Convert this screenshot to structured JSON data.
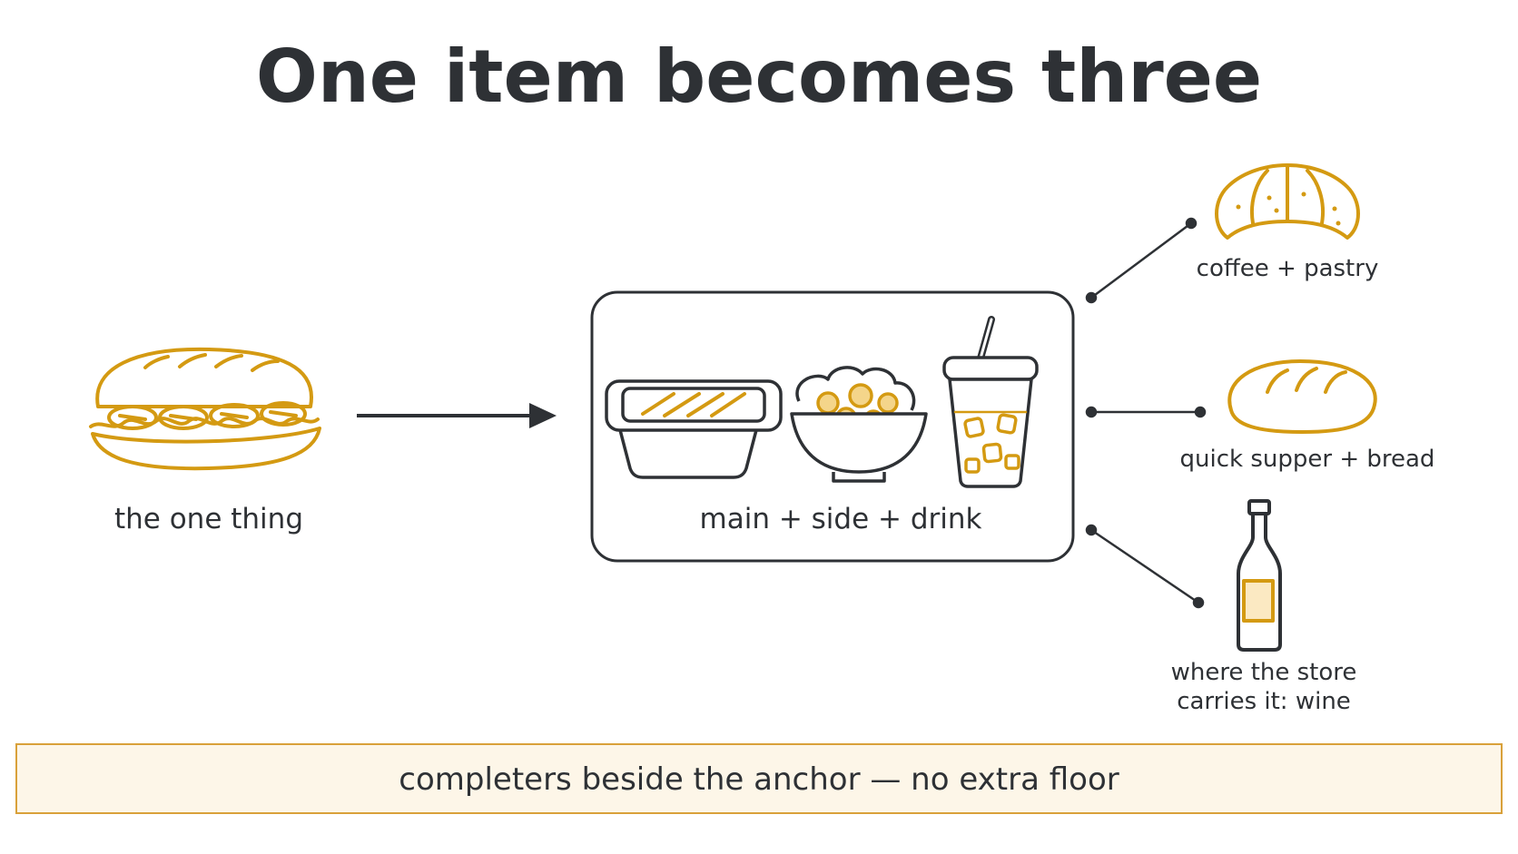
{
  "title": "One item becomes three",
  "anchor": {
    "label": "the one thing",
    "icon": "sandwich-icon"
  },
  "combo": {
    "label": "main + side + drink",
    "icons": [
      "meal-tray-icon",
      "salad-bowl-icon",
      "iced-drink-icon"
    ]
  },
  "pairings": [
    {
      "label": "coffee + pastry",
      "icon": "croissant-icon"
    },
    {
      "label": "quick supper + bread",
      "icon": "bread-loaf-icon"
    },
    {
      "label_lines": [
        "where the store",
        "carries it: wine"
      ],
      "icon": "wine-bottle-icon"
    }
  ],
  "footer": "completers beside the anchor — no extra floor",
  "colors": {
    "accent": "#d49a12",
    "ink": "#2e3135",
    "banner_fill": "#fdf6e8",
    "banner_border": "#d9a13a"
  }
}
